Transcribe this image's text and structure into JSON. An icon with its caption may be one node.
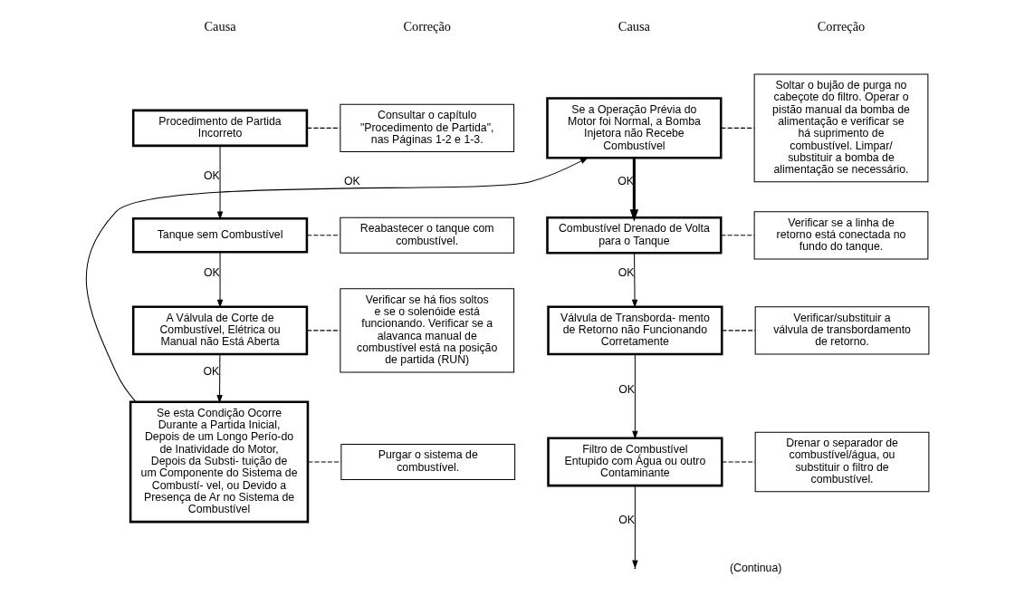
{
  "diagram": {
    "nodes": [
      {
        "text": [
          "Procedimento de Partida Incorreto"
        ]
      },
      {
        "text": [
          "Consultar o capítulo \"Procedimento de Partida\", nas Páginas 1-2 e 1-3."
        ]
      },
      {
        "text": [
          "Tanque sem Combustível"
        ]
      },
      {
        "text": [
          "Reabastecer o tanque com combustível."
        ]
      },
      {
        "text": [
          "A Válvula de Corte de Combustível, Elétrica ou Manual não Está Aberta"
        ]
      },
      {
        "text": [
          "Verificar se há fios soltos e se o solenóide está funcionando. Verificar se a alavanca manual de combustível está na posição de partida (RUN)"
        ]
      },
      {
        "text": [
          "Se esta Condição Ocorre Durante a Partida Inicial, Depois de um Longo Perío-do de Inatividade do Motor, Depois da Substi- tuição de um Componente do Sistema de Combustí- vel, ou Devido a Presença de Ar no Sistema de Combustível"
        ]
      },
      {
        "text": [
          "Purgar o sistema de combustível."
        ]
      },
      {
        "text": [
          "Se a Operação Prévia do Motor foi Normal, a Bomba Injetora não Recebe Combustível"
        ]
      },
      {
        "text": [
          "Soltar o bujão de purga no cabeçote do filtro. Operar o pistão manual da bomba de alimentação e verificar se há suprimento de combustível. Limpar/ substituir a bomba de alimentação se necessário."
        ]
      },
      {
        "text": [
          "Combustível Drenado de Volta para o Tanque"
        ]
      },
      {
        "text": [
          "Verificar se a linha de retorno está conectada no fundo do tanque."
        ]
      },
      {
        "text": [
          "Válvula de Transborda- mento de Retorno não Funcionando Corretamente"
        ]
      },
      {
        "text": [
          "Verificar/substituir a válvula de transbordamento de retorno."
        ]
      },
      {
        "text": [
          "Filtro de Combustível Entupido com Água ou outro Contaminante"
        ]
      },
      {
        "text": [
          "Drenar o separador de combustível/água, ou substituir o filtro de combustível."
        ]
      }
    ],
    "edges": [
      {
        "from": 0,
        "to": 1,
        "arrow": "none",
        "style": "dashed"
      },
      {
        "from": 0,
        "to": 2,
        "arrow": "to",
        "label": "OK"
      },
      {
        "from": 2,
        "to": 3,
        "arrow": "none",
        "style": "dashed"
      },
      {
        "from": 2,
        "to": 4,
        "arrow": "to",
        "label": "OK"
      },
      {
        "from": 4,
        "to": 5,
        "arrow": "none",
        "style": "dashed"
      },
      {
        "from": 4,
        "to": 6,
        "arrow": "to",
        "label": "OK"
      },
      {
        "from": 6,
        "to": 7,
        "arrow": "none",
        "style": "dashed"
      },
      {
        "from": 6,
        "to": 8,
        "arrow": "to",
        "label": "OK"
      },
      {
        "from": 8,
        "to": 9,
        "arrow": "none",
        "style": "dashed"
      },
      {
        "from": 8,
        "to": 10,
        "arrow": "to",
        "label": "OK",
        "style": "thick"
      },
      {
        "from": 10,
        "to": 11,
        "arrow": "none",
        "style": "dashed"
      },
      {
        "from": 10,
        "to": 12,
        "arrow": "to",
        "label": "OK"
      },
      {
        "from": 12,
        "to": 13,
        "arrow": "none",
        "style": "dashed"
      },
      {
        "from": 12,
        "to": 14,
        "arrow": "to",
        "label": "OK"
      },
      {
        "from": 14,
        "to": 15,
        "arrow": "none",
        "style": "dashed"
      },
      {
        "from": 14,
        "to": null,
        "arrow": "to",
        "label": "OK"
      }
    ],
    "labels": [
      "Causa",
      "Correção",
      "Causa",
      "Correção",
      "(Continua)"
    ]
  }
}
